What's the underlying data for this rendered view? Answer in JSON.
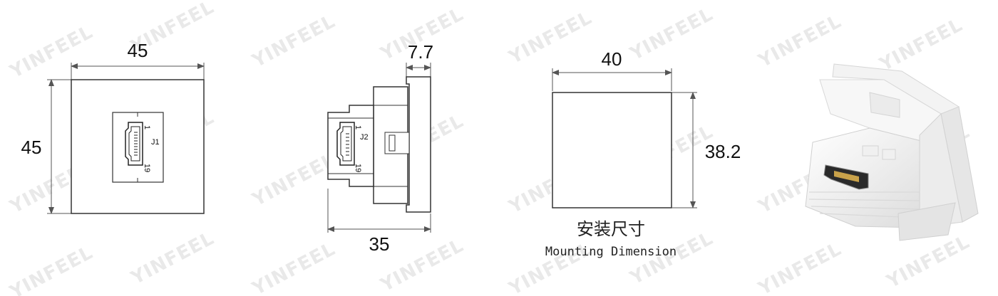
{
  "watermark": {
    "text": "YINFEEL"
  },
  "front_view": {
    "width_label": "45",
    "height_label": "45",
    "port_label": "J1",
    "pin_start": "1",
    "pin_end": "19"
  },
  "side_view": {
    "depth_label": "35",
    "flange_label": "7.7",
    "port_label": "J2",
    "pin_start": "1",
    "pin_end": "19"
  },
  "mounting": {
    "width_label": "40",
    "height_label": "38.2",
    "caption_cn": "安装尺寸",
    "caption_en": "Mounting Dimension"
  },
  "colors": {
    "line": "#333333",
    "dim_line": "#555555",
    "product_body": "#f4f4f4"
  },
  "product_photo": {
    "icon": "hdmi-keystone-module"
  }
}
